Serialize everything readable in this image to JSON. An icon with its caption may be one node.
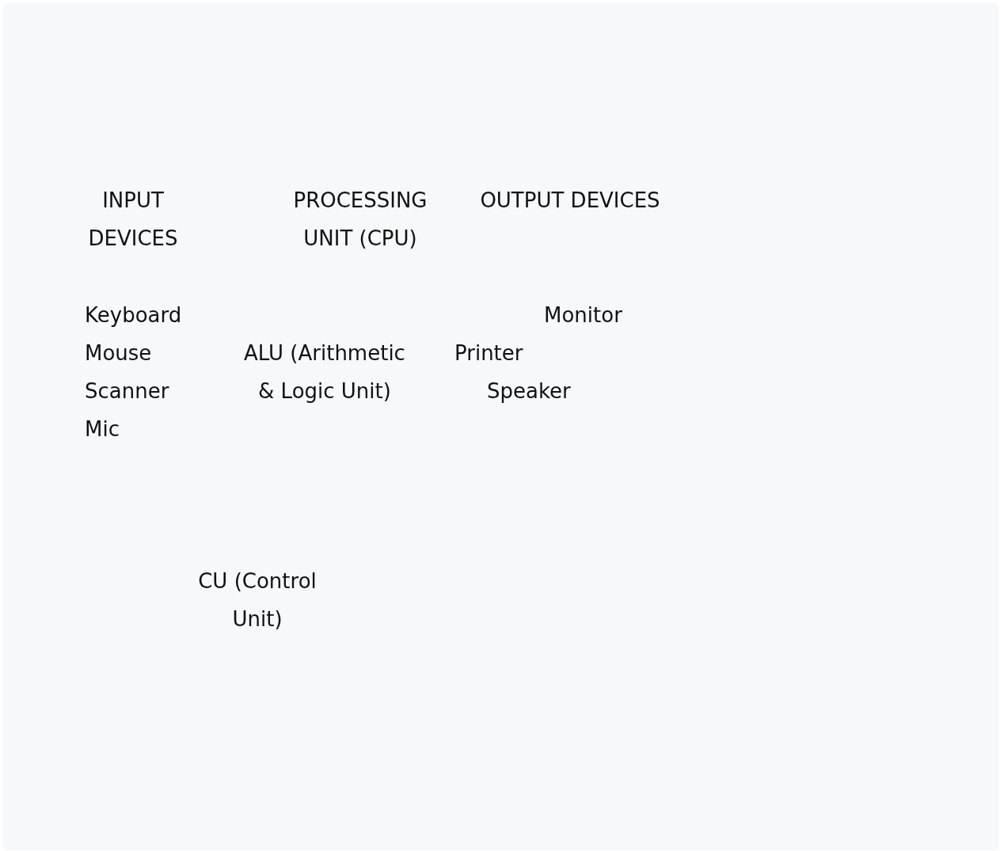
{
  "diagram": {
    "labels": [
      "INPUT DEVICES",
      "PROCESSING UNIT (CPU)",
      "OUTPUT DEVICES",
      "Keyboard",
      "Monitor",
      "Mouse",
      "ALU (Arithmetic & Logic Unit)",
      "Printer",
      "Scanner",
      "Speaker",
      "Mic",
      "CU (Control Unit)"
    ]
  }
}
